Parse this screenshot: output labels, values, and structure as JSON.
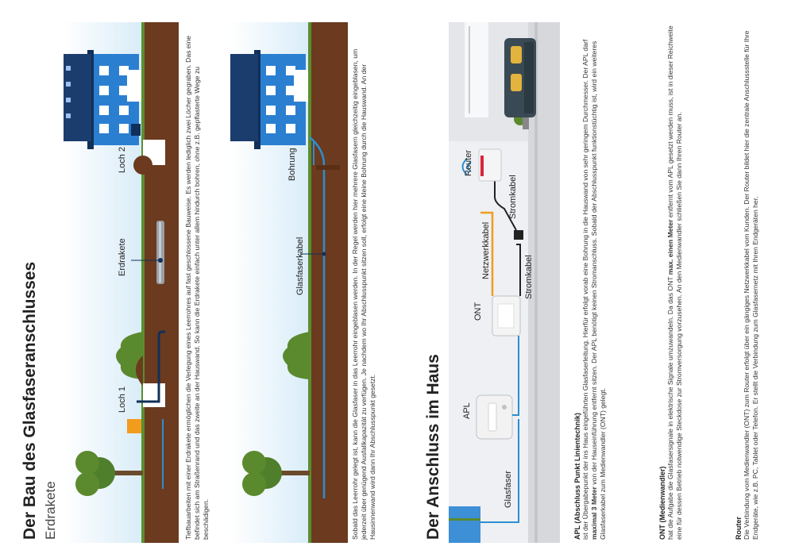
{
  "section1": {
    "title": "Der Bau des Glasfaseranschlusses",
    "subtitle": "Erdrakete",
    "diagram1_labels": {
      "hole1": "Loch 1",
      "rocket": "Erdrakete",
      "hole2": "Loch 2"
    },
    "diagram2_labels": {
      "fiber": "Glasfaserkabel",
      "drill": "Bohrung"
    },
    "text1": "Tiefbauarbeiten mit einer Erdrakete ermöglichen die Verlegung eines Leerrohres auf fast geschlossene Bauweise. Es werden lediglich zwei Löcher gegraben. Das eine befindet sich am Straßenrand und das zweite an der Hauswand. So kann die Erdrakete einfach unter allem hindurch bohren, ohne z.B. gepflasterte Wege zu beschädigen.",
    "text2": "Sobald das Leerrohr gelegt ist, kann die Glasfaser in das Leerrohr eingeblasen werden. In der Regel werden hier mehrere Glasfasern gleichzeitig eingeblasen, um jederzeit über genügend Ausfallkapazität zu verfügen. Je nachdem wo Ihr Abschlusspunkt sitzen soll, erfolgt eine kleine Bohrung durch die Hauswand. An der Hausinnenwand wird dann Ihr Abschlusspunkt gesetzt."
  },
  "section2": {
    "title": "Der Anschluss im Haus",
    "labels": {
      "glasfaser": "Glasfaser",
      "apl": "APL",
      "ont": "ONT",
      "netzwerkkabel": "Netzwerkkabel",
      "stromkabel_a": "Stromkabel",
      "stromkabel_b": "Stromkabel",
      "router": "Router"
    },
    "apl": {
      "heading": "APL (Abschluss Punkt Linientechnik)",
      "text_a": "ist der Übergabepunkt der ins Haus eingeführten Glasfaserleitung. Hierfür erfolgt vorab eine Bohrung in die Hauswand von sehr geringem Durchmesser. Der APL darf ",
      "bold": "maximal 3 Meter",
      "text_b": " von der Hauseinführung entfernt sitzen. Der APL benötigt keinen Stromanschluss. Sobald der Abschlusspunkt funktionstüchtig ist, wird ein weiteres Glasfaserkabel zum Medienwandler (ONT) gelegt."
    },
    "ont": {
      "heading": "ONT (Medienwandler)",
      "text_a": "hat die Aufgabe die Glasfasersignale in elektrische Signale umzuwandeln. Da das ONT ",
      "bold": "max. einen Meter",
      "text_b": " entfernt vom APL gesetzt werden muss, ist in dieser Reichweite eine für dessen Betrieb notwendige Steckdose zur Stromversorgung vorzusehen. An den Medienwandler schließen Sie dann Ihren Router an."
    },
    "router": {
      "heading": "Router",
      "text": "Die Verbindung vom Medienwandler (ONT) zum Router erfolgt über ein gängiges Netzwerkkabel vom Kunden. Der Router bildet hier die zentrale Anschlussstelle für Ihre Endgeräte, wie z.B. PC, Tablet oder Telefon. Er stellt die Verbindung zum Glasfasernetz mit Ihren Endgeräten her."
    }
  },
  "colors": {
    "soil": "#6b3a1f",
    "fiber": "#2a8fd0",
    "house": "#2b7fd1",
    "tree": "#5b8a2e",
    "orange": "#f29c1e"
  }
}
